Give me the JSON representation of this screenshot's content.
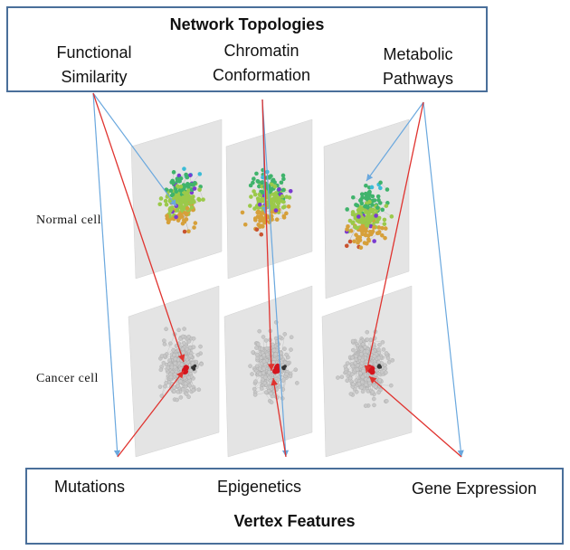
{
  "topologies": {
    "title": "Network Topologies",
    "items": [
      {
        "line1": "Functional",
        "line2": "Similarity"
      },
      {
        "line1": "Chromatin",
        "line2": "Conformation"
      },
      {
        "line1": "Metabolic",
        "line2": "Pathways"
      }
    ]
  },
  "rows": {
    "normal_label": "Normal cell",
    "cancer_label": "Cancer cell"
  },
  "features": {
    "title": "Vertex Features",
    "items": [
      "Mutations",
      "Epigenetics",
      "Gene Expression"
    ]
  },
  "colors": {
    "box_border": "#4a6f9a",
    "topology_arrow": "#6aa8de",
    "feature_arrow": "#e0332f",
    "panel_fill": "#e4e4e4",
    "normal_node_palette": [
      "#2c3fbf",
      "#3bbcd6",
      "#3fb36b",
      "#9bc94a",
      "#d6a03a",
      "#c9532f",
      "#b51f2a",
      "#7a3ad0"
    ],
    "cancer_node": "#c8c8c8",
    "highlight_node": "#d4141d"
  }
}
